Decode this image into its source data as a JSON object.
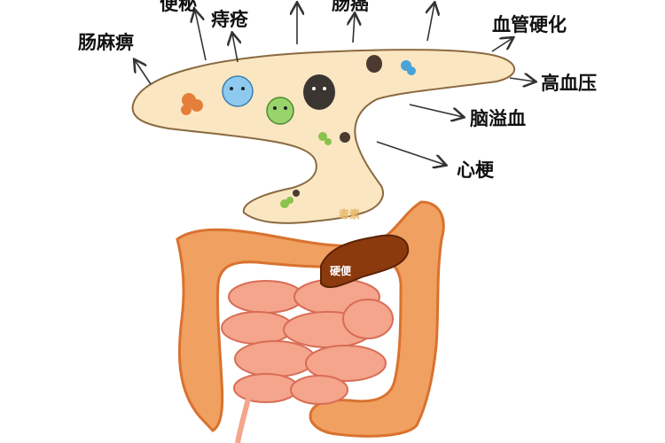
{
  "labels": {
    "intestinal_paralysis": "肠麻痹",
    "constipation": "便秘",
    "hemorrhoids": "痔疮",
    "intestinal_cancer": "肠癌",
    "arteriosclerosis": "血管硬化",
    "hypertension": "高血压",
    "cerebral_hemorrhage": "脑溢血",
    "myocardial_infarction": "心梗"
  },
  "inner_labels": {
    "toxins": "毒素",
    "hard_stool": "硬便"
  },
  "colors": {
    "colon": "#f0a060",
    "colon_outline": "#d9722f",
    "small_intestine": "#f4a58c",
    "small_intestine_outline": "#d86d55",
    "toxin_cloud": "#fbe6c2",
    "toxin_outline": "#8a6a40",
    "stool": "#8b3a0e",
    "arrow": "#333333"
  },
  "icons": [
    "bacteria-icon",
    "virus-icon",
    "stool-icon"
  ]
}
